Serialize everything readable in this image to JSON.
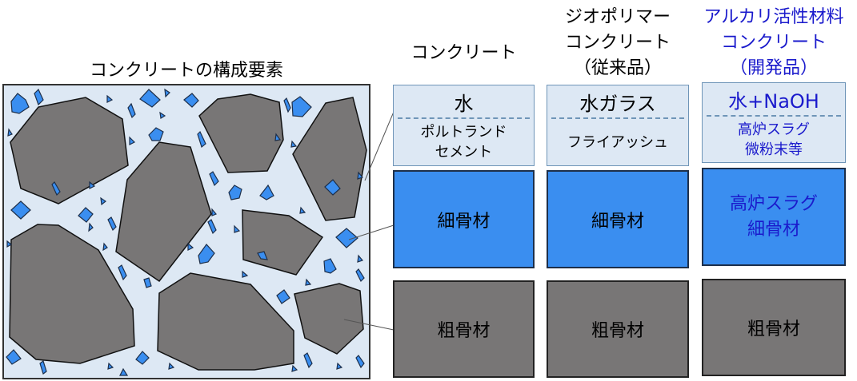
{
  "left_title": "コンクリートの構成要素",
  "columns": [
    {
      "header": [
        "コンクリート"
      ],
      "liquid": "水",
      "binder": [
        "ポルトランド",
        "セメント"
      ],
      "fine": [
        "細骨材"
      ],
      "coarse": "粗骨材"
    },
    {
      "header": [
        "ジオポリマー",
        "コンクリート",
        "（従来品）"
      ],
      "liquid": "水ガラス",
      "binder": [
        "フライアッシュ"
      ],
      "fine": [
        "細骨材"
      ],
      "coarse": "粗骨材"
    },
    {
      "header": [
        "アルカリ活性材料",
        "コンクリート",
        "（開発品）"
      ],
      "liquid": "水+NaOH",
      "binder": [
        "高炉スラグ",
        "微粉末等"
      ],
      "fine": [
        "高炉スラグ",
        "細骨材"
      ],
      "coarse": "粗骨材"
    }
  ],
  "colors": {
    "paste": "#dde8f4",
    "fine_aggregate": "#3a8ef0",
    "coarse_aggregate": "#787676",
    "highlight_text": "#1a1acc"
  }
}
